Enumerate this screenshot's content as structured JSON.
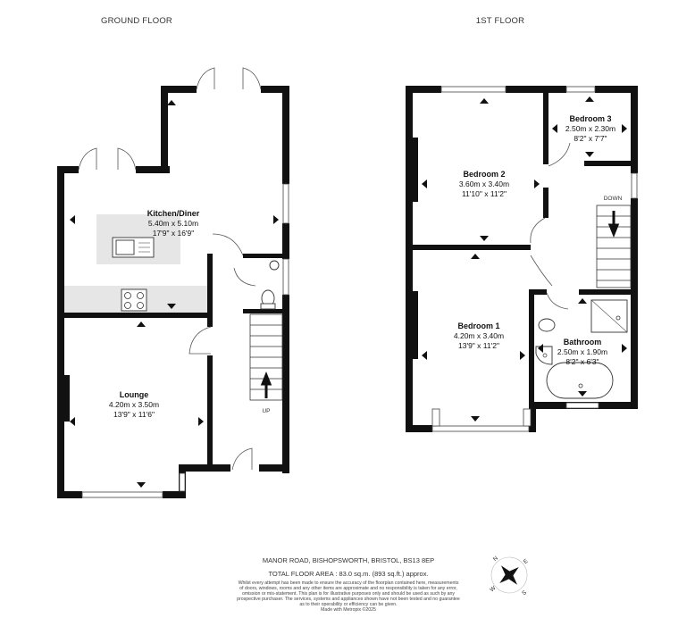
{
  "floors": {
    "ground": {
      "title": "GROUND FLOOR",
      "up_label": "UP",
      "rooms": {
        "kitchen": {
          "name": "Kitchen/Diner",
          "metric": "5.40m  x 5.10m",
          "imperial": "17'9\"  x 16'9\""
        },
        "lounge": {
          "name": "Lounge",
          "metric": "4.20m  x 3.50m",
          "imperial": "13'9\"  x 11'6\""
        }
      }
    },
    "first": {
      "title": "1ST FLOOR",
      "down_label": "DOWN",
      "rooms": {
        "bedroom2": {
          "name": "Bedroom 2",
          "metric": "3.60m  x 3.40m",
          "imperial": "11'10\"  x 11'2\""
        },
        "bedroom3": {
          "name": "Bedroom 3",
          "metric": "2.50m  x 2.30m",
          "imperial": "8'2\"  x 7'7\""
        },
        "bedroom1": {
          "name": "Bedroom 1",
          "metric": "4.20m  x 3.40m",
          "imperial": "13'9\"  x 11'2\""
        },
        "bathroom": {
          "name": "Bathroom",
          "metric": "2.50m  x 1.90m",
          "imperial": "8'2\"  x 6'3\""
        }
      }
    }
  },
  "footer": {
    "address": "MANOR ROAD, BISHOPSWORTH, BRISTOL, BS13 8EP",
    "total_area": "TOTAL FLOOR AREA : 83.0 sq.m. (893 sq.ft.) approx.",
    "disclaimer_lines": [
      "Whilst every attempt has been made to ensure the accuracy of the floorplan contained here, measurements",
      "of doors, windows, rooms and any other items are approximate and no responsibility is taken for any error,",
      "omission or mis-statement. This plan is for illustrative purposes only and should be used as such by any",
      "prospective purchaser. The services, systems and appliances shown have not been tested and no guarantee",
      "as to their operability or efficiency can be given.",
      "Made with Metropix ©2025"
    ]
  },
  "compass": {
    "north": "N",
    "east": "E",
    "south": "S",
    "west": "W"
  },
  "colors": {
    "wall": "#111111",
    "worktop": "#e6e6e6"
  }
}
